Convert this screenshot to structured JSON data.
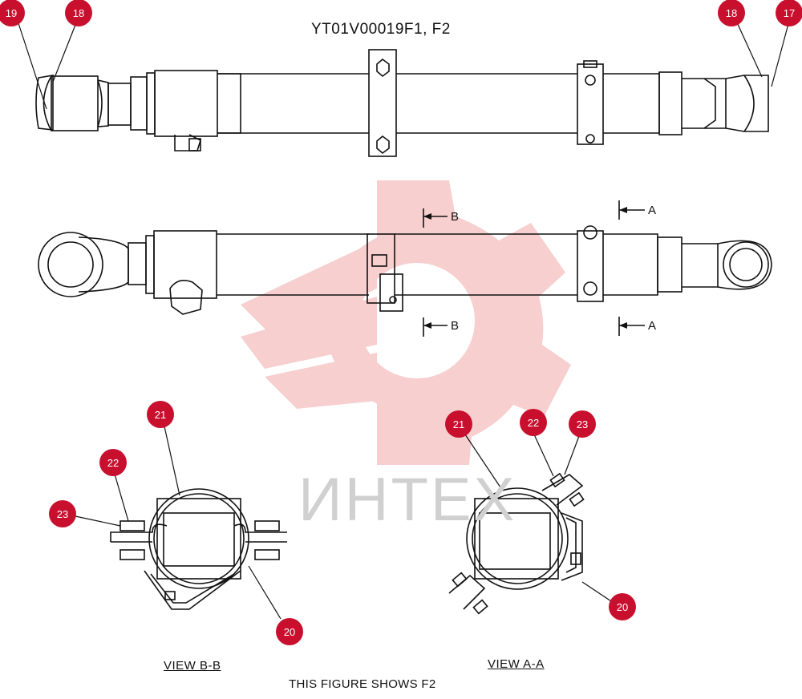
{
  "figure": {
    "title": "YT01V00019F1, F2",
    "footer": "THIS FIGURE SHOWS  F2",
    "views": [
      {
        "id": "bb",
        "caption": "VIEW  B-B"
      },
      {
        "id": "aa",
        "caption": "VIEW  A-A"
      }
    ],
    "section_markers": {
      "a": "A",
      "b": "B"
    }
  },
  "callouts": [
    {
      "id": "c19-top",
      "label": "19"
    },
    {
      "id": "c18-top-left",
      "label": "18"
    },
    {
      "id": "c18-top-right",
      "label": "18"
    },
    {
      "id": "c17-top",
      "label": "17"
    },
    {
      "id": "c21-bb",
      "label": "21"
    },
    {
      "id": "c22-bb",
      "label": "22"
    },
    {
      "id": "c23-bb",
      "label": "23"
    },
    {
      "id": "c20-bb",
      "label": "20"
    },
    {
      "id": "c21-aa",
      "label": "21"
    },
    {
      "id": "c22-aa",
      "label": "22"
    },
    {
      "id": "c23-aa",
      "label": "23"
    },
    {
      "id": "c20-aa",
      "label": "20"
    }
  ],
  "watermark": {
    "text": "ИНТЕХ"
  },
  "colors": {
    "callout": "#c8102e",
    "line": "#111111",
    "watermark": "#f5c4c4"
  }
}
